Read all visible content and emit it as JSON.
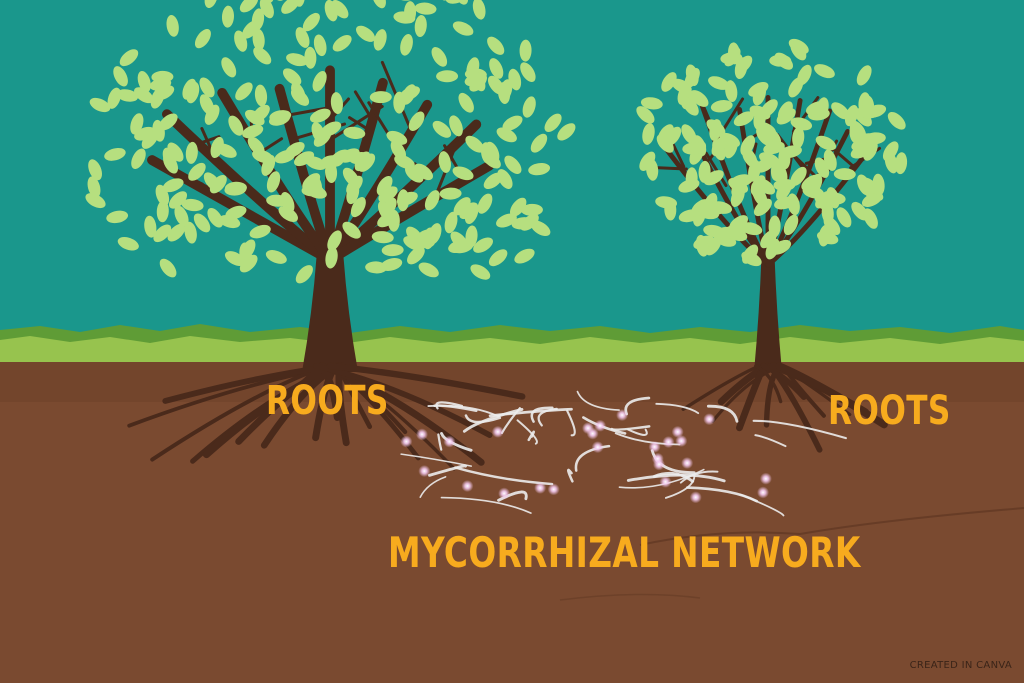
{
  "labels": {
    "roots_left": "ROOTS",
    "roots_right": "ROOTS",
    "network": "MYCORRHIZAL NETWORK"
  },
  "credit": "CREATED IN CANVA",
  "colors": {
    "sky": "#1a978c",
    "grass_light": "#97c34e",
    "grass_dark": "#5f9c36",
    "soil": "#7a4a30",
    "trunk": "#4a2a1b",
    "leaf": "#b6df7f",
    "label": "#f7ab1e",
    "hyphae": "#ececec",
    "glow": "#f3c9ef"
  }
}
